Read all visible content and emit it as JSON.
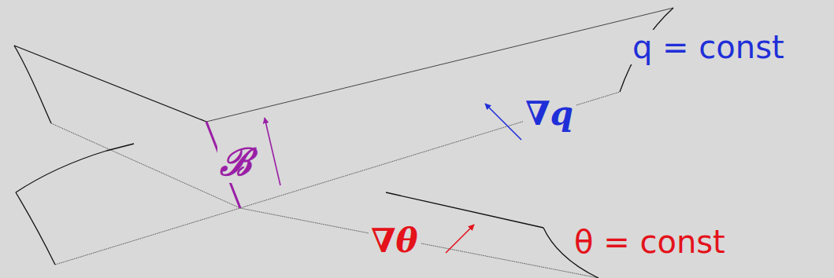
{
  "diagram": {
    "labels": [
      "q = const",
      "∇q",
      "ℬ",
      "∇θ",
      "θ = const"
    ]
  }
}
